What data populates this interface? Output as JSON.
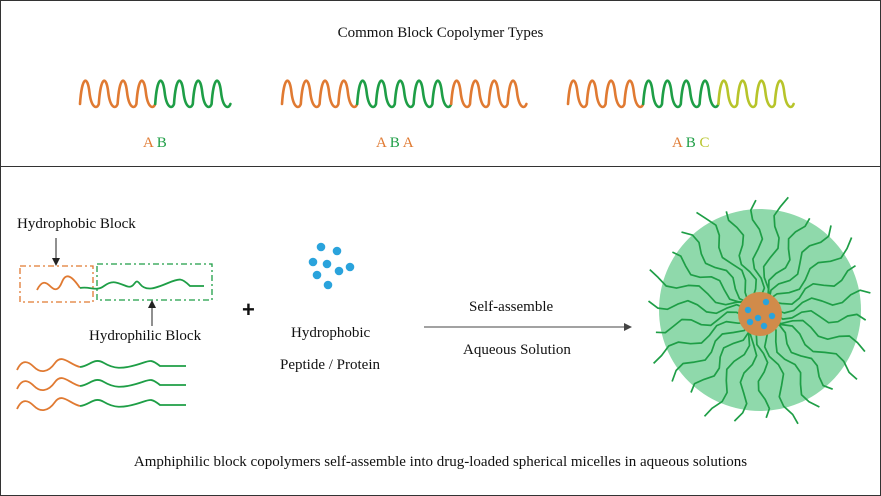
{
  "header": {
    "title": "Common Block Copolymer Types"
  },
  "types": [
    {
      "id": "ab",
      "letters": [
        "A",
        "B"
      ]
    },
    {
      "id": "aba",
      "letters": [
        "A",
        "B",
        "A"
      ]
    },
    {
      "id": "abc",
      "letters": [
        "A",
        "B",
        "C"
      ]
    }
  ],
  "labels": {
    "hydrophobic_block": "Hydrophobic Block",
    "hydrophilic_block": "Hydrophilic Block",
    "payload_line1": "Hydrophobic",
    "payload_line2": "Peptide / Protein",
    "process_line1": "Self-assemble",
    "process_line2": "Aqueous Solution",
    "plus": "+"
  },
  "caption": "Amphiphilic block copolymers self-assemble into drug-loaded spherical micelles in aqueous solutions",
  "colors": {
    "block_a": "#e07a32",
    "block_b": "#1e9e46",
    "block_c": "#b7c42a",
    "drug": "#2aa3dc",
    "micelle_shell": "#8fd9ab",
    "micelle_core": "#d18b4a"
  }
}
